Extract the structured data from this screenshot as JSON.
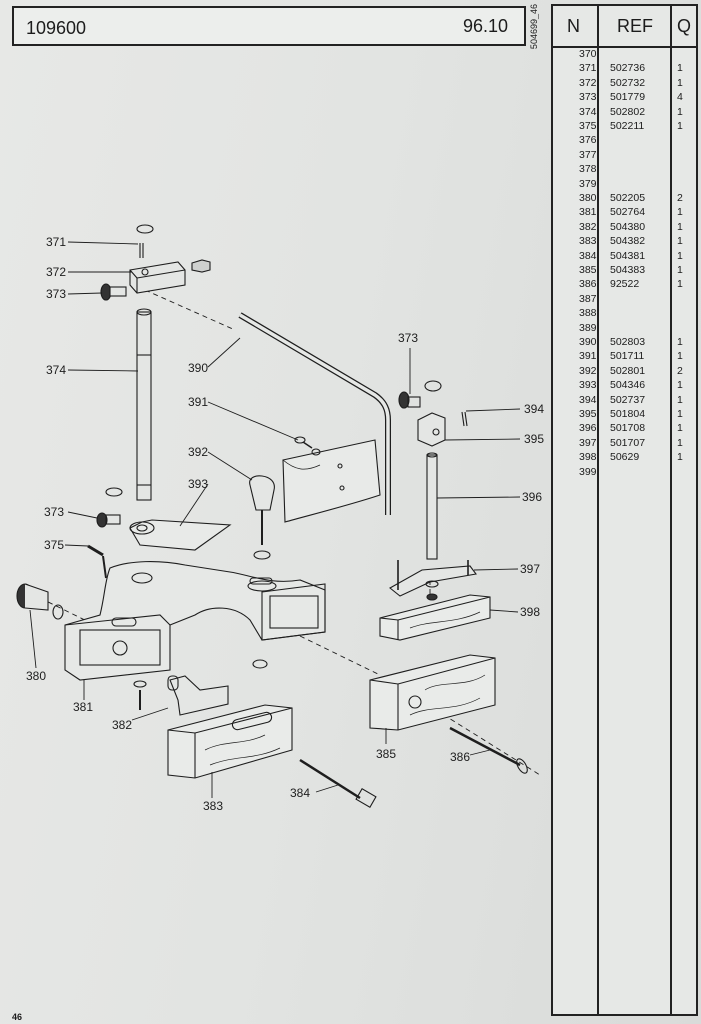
{
  "header": {
    "code": "109600",
    "revision": "96.10",
    "side_code": "504699_46"
  },
  "table": {
    "headers": {
      "n": "N",
      "ref": "REF",
      "q": "Q"
    },
    "rows": [
      {
        "n": "370",
        "ref": "",
        "q": ""
      },
      {
        "n": "371",
        "ref": "502736",
        "q": "1"
      },
      {
        "n": "372",
        "ref": "502732",
        "q": "1"
      },
      {
        "n": "373",
        "ref": "501779",
        "q": "4"
      },
      {
        "n": "374",
        "ref": "502802",
        "q": "1"
      },
      {
        "n": "375",
        "ref": "502211",
        "q": "1"
      },
      {
        "n": "376",
        "ref": "",
        "q": ""
      },
      {
        "n": "377",
        "ref": "",
        "q": ""
      },
      {
        "n": "378",
        "ref": "",
        "q": ""
      },
      {
        "n": "379",
        "ref": "",
        "q": ""
      },
      {
        "n": "380",
        "ref": "502205",
        "q": "2"
      },
      {
        "n": "381",
        "ref": "502764",
        "q": "1"
      },
      {
        "n": "382",
        "ref": "504380",
        "q": "1"
      },
      {
        "n": "383",
        "ref": "504382",
        "q": "1"
      },
      {
        "n": "384",
        "ref": "504381",
        "q": "1"
      },
      {
        "n": "385",
        "ref": "504383",
        "q": "1"
      },
      {
        "n": "386",
        "ref": "92522",
        "q": "1"
      },
      {
        "n": "387",
        "ref": "",
        "q": ""
      },
      {
        "n": "388",
        "ref": "",
        "q": ""
      },
      {
        "n": "389",
        "ref": "",
        "q": ""
      },
      {
        "n": "390",
        "ref": "502803",
        "q": "1"
      },
      {
        "n": "391",
        "ref": "501711",
        "q": "1"
      },
      {
        "n": "392",
        "ref": "502801",
        "q": "2"
      },
      {
        "n": "393",
        "ref": "504346",
        "q": "1"
      },
      {
        "n": "394",
        "ref": "502737",
        "q": "1"
      },
      {
        "n": "395",
        "ref": "501804",
        "q": "1"
      },
      {
        "n": "396",
        "ref": "501708",
        "q": "1"
      },
      {
        "n": "397",
        "ref": "501707",
        "q": "1"
      },
      {
        "n": "398",
        "ref": "50629",
        "q": "1"
      },
      {
        "n": "399",
        "ref": "",
        "q": ""
      }
    ]
  },
  "callouts": {
    "c371": "371",
    "c372": "372",
    "c373a": "373",
    "c373b": "373",
    "c373c": "373",
    "c374": "374",
    "c375": "375",
    "c380": "380",
    "c381": "381",
    "c382": "382",
    "c383": "383",
    "c384": "384",
    "c385": "385",
    "c386": "386",
    "c390": "390",
    "c391": "391",
    "c392": "392",
    "c393": "393",
    "c394": "394",
    "c395": "395",
    "c396": "396",
    "c397": "397",
    "c398": "398"
  },
  "footer": {
    "page_number": "46"
  }
}
